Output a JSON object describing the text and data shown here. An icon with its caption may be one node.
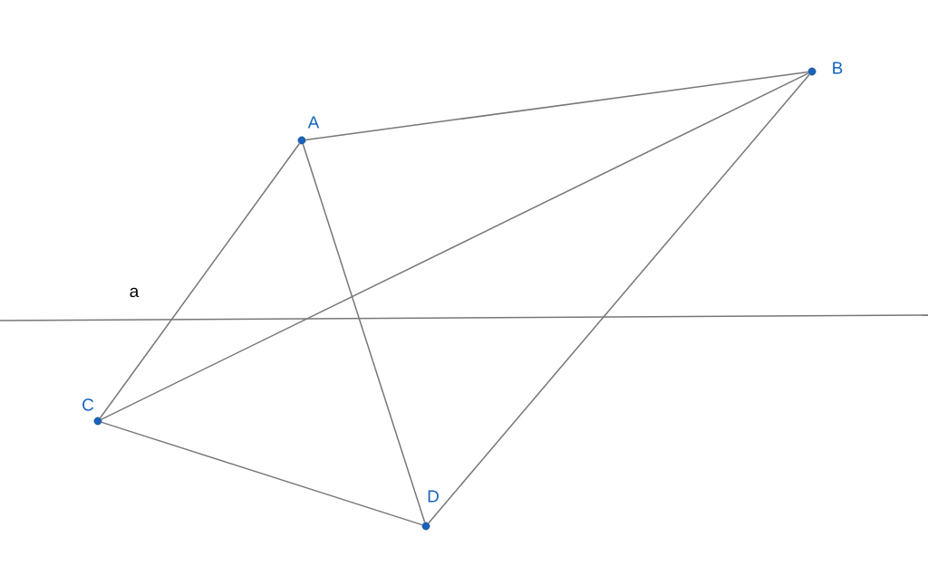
{
  "diagram": {
    "nodes": [
      {
        "text": [
          "A"
        ]
      },
      {
        "text": [
          "B"
        ]
      },
      {
        "text": [
          "C"
        ]
      },
      {
        "text": [
          "D"
        ]
      }
    ],
    "edges": [
      {
        "from": 0,
        "to": 1,
        "arrow": "none"
      },
      {
        "from": 0,
        "to": 2,
        "arrow": "none"
      },
      {
        "from": 0,
        "to": 3,
        "arrow": "none"
      },
      {
        "from": 1,
        "to": 2,
        "arrow": "none"
      },
      {
        "from": 1,
        "to": 3,
        "arrow": "none"
      },
      {
        "from": 2,
        "to": 3,
        "arrow": "none"
      }
    ],
    "labels": [
      "a"
    ]
  }
}
